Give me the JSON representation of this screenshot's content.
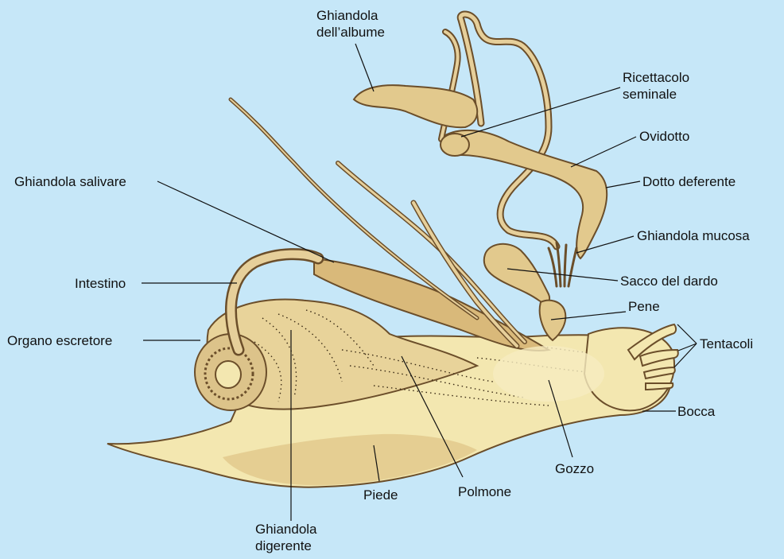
{
  "colors": {
    "background": "#c6e7f8",
    "body": "#f3e7b0",
    "body_shade": "#d9b97a",
    "outline": "#6b4e2a",
    "dots": "#3a2a14",
    "tube": "#e6cf9a",
    "text": "#111111"
  },
  "labels": {
    "ghiandola_albume": [
      "Ghiandola",
      "dell’albume"
    ],
    "ricettacolo": [
      "Ricettacolo",
      "seminale"
    ],
    "ovidotto": "Ovidotto",
    "dotto_deferente": "Dotto deferente",
    "ghiandola_salivare": "Ghiandola salivare",
    "ghiandola_mucosa": "Ghiandola mucosa",
    "sacco_dardo": "Sacco del dardo",
    "intestino": "Intestino",
    "pene": "Pene",
    "organo_escretore": "Organo escretore",
    "tentacoli": "Tentacoli",
    "bocca": "Bocca",
    "gozzo": "Gozzo",
    "polmone": "Polmone",
    "piede": "Piede",
    "ghiandola_digerente": [
      "Ghiandola",
      "digerente"
    ]
  }
}
